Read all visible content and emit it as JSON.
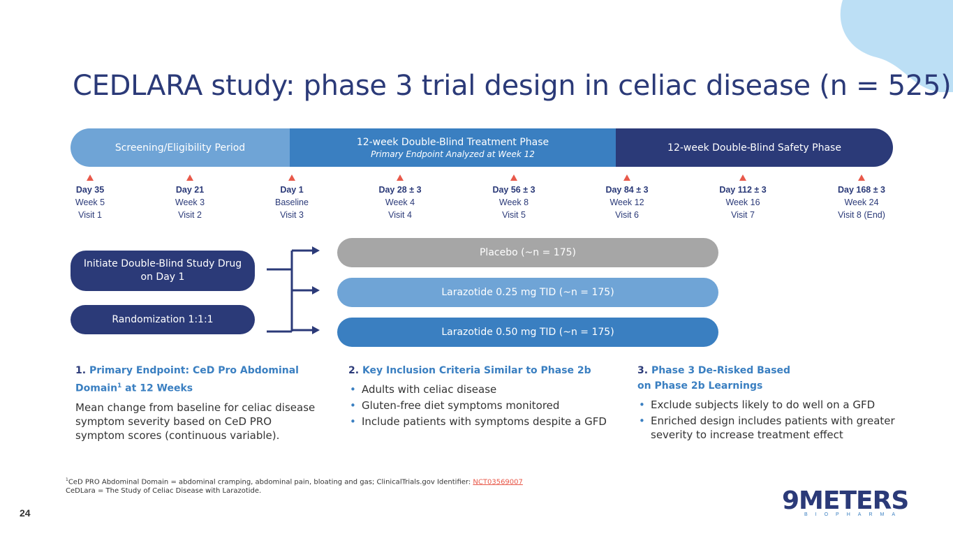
{
  "title": "CEDLARA study: phase 3 trial design in celiac disease (n = 525)",
  "phases": [
    {
      "title": "Screening/Eligibility Period",
      "subtitle": ""
    },
    {
      "title": "12-week Double-Blind Treatment Phase",
      "subtitle": "Primary Endpoint Analyzed at Week 12"
    },
    {
      "title": "12-week Double-Blind Safety Phase",
      "subtitle": ""
    }
  ],
  "visits": [
    {
      "day": "Day 35",
      "week": "Week 5",
      "visit": "Visit 1"
    },
    {
      "day": "Day 21",
      "week": "Week 3",
      "visit": "Visit 2"
    },
    {
      "day": "Day 1",
      "week": "Baseline",
      "visit": "Visit 3"
    },
    {
      "day": "Day 28 ± 3",
      "week": "Week 4",
      "visit": "Visit 4"
    },
    {
      "day": "Day 56 ± 3",
      "week": "Week 8",
      "visit": "Visit 5"
    },
    {
      "day": "Day 84 ± 3",
      "week": "Week 12",
      "visit": "Visit 6"
    },
    {
      "day": "Day 112 ± 3",
      "week": "Week 16",
      "visit": "Visit 7"
    },
    {
      "day": "Day 168 ± 3",
      "week": "Week 24",
      "visit": "Visit 8 (End)"
    }
  ],
  "initiate": "Initiate Double-Blind Study Drug on Day 1",
  "randomization": "Randomization 1:1:1",
  "arms": [
    "Placebo (~n = 175)",
    "Larazotide 0.25 mg TID (~n = 175)",
    "Larazotide 0.50 mg TID (~n = 175)"
  ],
  "columns": [
    {
      "num": "1.",
      "heading": "Primary Endpoint: CeD Pro Abdominal Domain",
      "sup": "1",
      "heading_tail": " at 12 Weeks",
      "body": "Mean change from baseline for celiac disease symptom severity based on CeD PRO symptom scores (continuous variable).",
      "bullets": []
    },
    {
      "num": "2.",
      "heading": "Key Inclusion Criteria Similar to Phase 2b",
      "sup": "",
      "heading_tail": "",
      "body": "",
      "bullets": [
        "Adults with celiac disease",
        "Gluten-free diet symptoms monitored",
        "Include patients with symptoms despite a GFD"
      ]
    },
    {
      "num": "3.",
      "heading": "Phase 3 De-Risked Based on Phase 2b Learnings",
      "sup": "",
      "heading_tail": "",
      "body": "",
      "bullets": [
        "Exclude subjects likely to do well on a GFD",
        "Enriched design includes patients with greater severity to increase treatment effect"
      ]
    }
  ],
  "footnote": {
    "sup": "1",
    "text": "CeD PRO Abdominal Domain = abdominal cramping, abdominal pain, bloating and gas; ClinicalTrials.gov Identifier: ",
    "link": "NCT03569007",
    "line2": "CeDLara = The Study of Celiac Disease with Larazotide."
  },
  "page_number": "24",
  "logo": {
    "word": "9METERS",
    "sub": "BIOPHARMA"
  },
  "colors": {
    "navy": "#2b3a78",
    "blue": "#3a7fc1",
    "light_blue": "#6fa4d6",
    "gray": "#a6a6a6",
    "accent": "#e8594a",
    "corner": "#bcdff5"
  }
}
